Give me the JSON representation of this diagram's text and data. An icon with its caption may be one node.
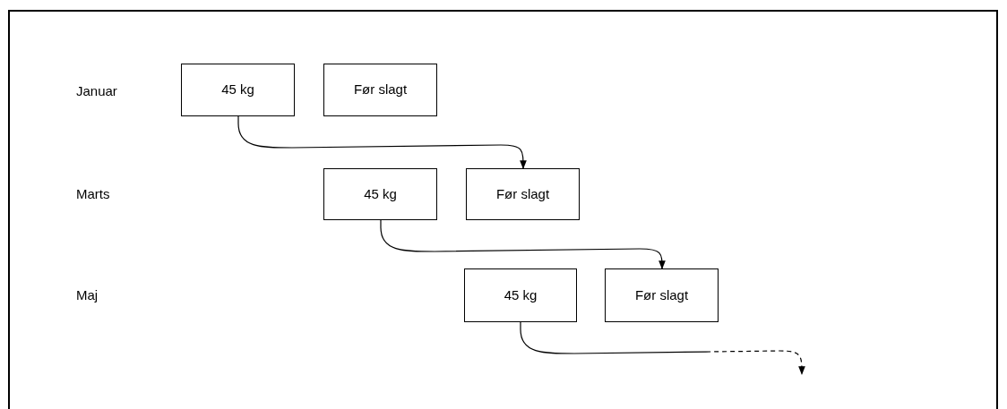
{
  "diagram": {
    "nodes": [
      {
        "text": [
          "45 kg"
        ]
      },
      {
        "text": [
          "Før slagt"
        ]
      },
      {
        "text": [
          "45 kg"
        ]
      },
      {
        "text": [
          "Før slagt"
        ]
      },
      {
        "text": [
          "45 kg"
        ]
      },
      {
        "text": [
          "Før slagt"
        ]
      }
    ],
    "edges": [
      {
        "from": 0,
        "to": 3,
        "arrow": "to"
      },
      {
        "from": 2,
        "to": 5,
        "arrow": "to"
      },
      {
        "from": 4,
        "to": null,
        "arrow": "to",
        "style": "dashed"
      }
    ],
    "labels": [
      "Januar",
      "Marts",
      "Maj"
    ]
  }
}
